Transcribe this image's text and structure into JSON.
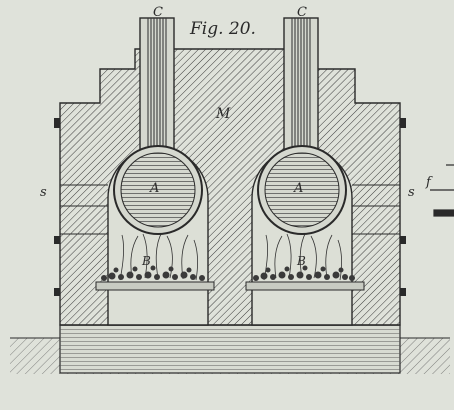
{
  "figure": {
    "caption": "Fig. 20.",
    "labels": {
      "chimney_left": "C",
      "chimney_right": "C",
      "masonry": "M",
      "boiler_left": "A",
      "boiler_right": "A",
      "fire_left": "B",
      "fire_right": "B",
      "side_left": "s",
      "side_right": "s",
      "right_edge": "f"
    }
  },
  "colors": {
    "paper": "#dfe2da",
    "ink": "#2a2a2a"
  }
}
